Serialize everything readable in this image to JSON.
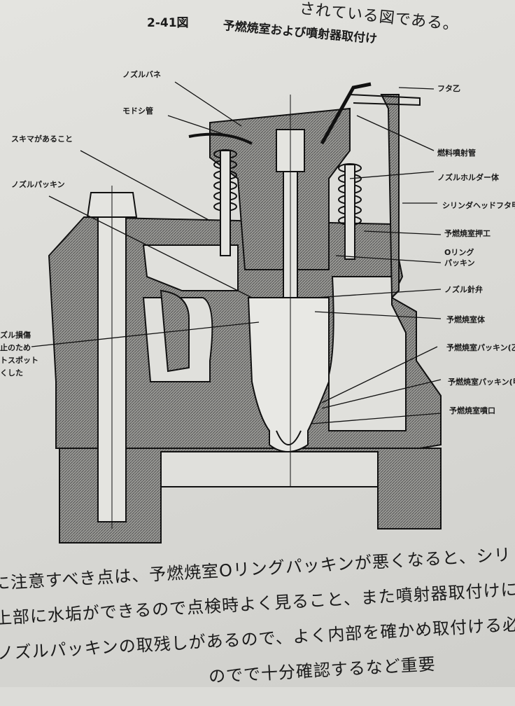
{
  "header": {
    "top_cut_text": "されている図である。",
    "figure_number": "2-41図",
    "figure_title": "予燃焼室および噴射器取付け"
  },
  "diagram_labels": {
    "left": [
      "ノズルバネ",
      "モドシ管",
      "スキマがあること",
      "ノズルパッキン"
    ],
    "left_cut": [
      "ズル損傷",
      "止のため",
      "トスポット",
      "くした"
    ],
    "right": [
      "フタ乙",
      "燃料噴射管",
      "ノズルホルダー体",
      "シリンダヘッドフタ甲",
      "予燃焼室押工",
      "Oリング",
      "パッキン",
      "ノズル針弁",
      "予燃焼室体",
      "予燃焼室パッキン(乙)",
      "予燃焼室パッキン(甲)",
      "予燃焼室噴口"
    ]
  },
  "body_text": [
    "に注意すべき点は、予燃焼室Oリングパッキンが悪くなると、シリ",
    "上部に水垢ができるので点検時よく見ること、また噴射器取付けに",
    "ノズルパッキンの取残しがあるので、よく内部を確かめ取付ける必",
    "　　　　　　　　　　　　のでで十分確認するなど重要"
  ]
}
